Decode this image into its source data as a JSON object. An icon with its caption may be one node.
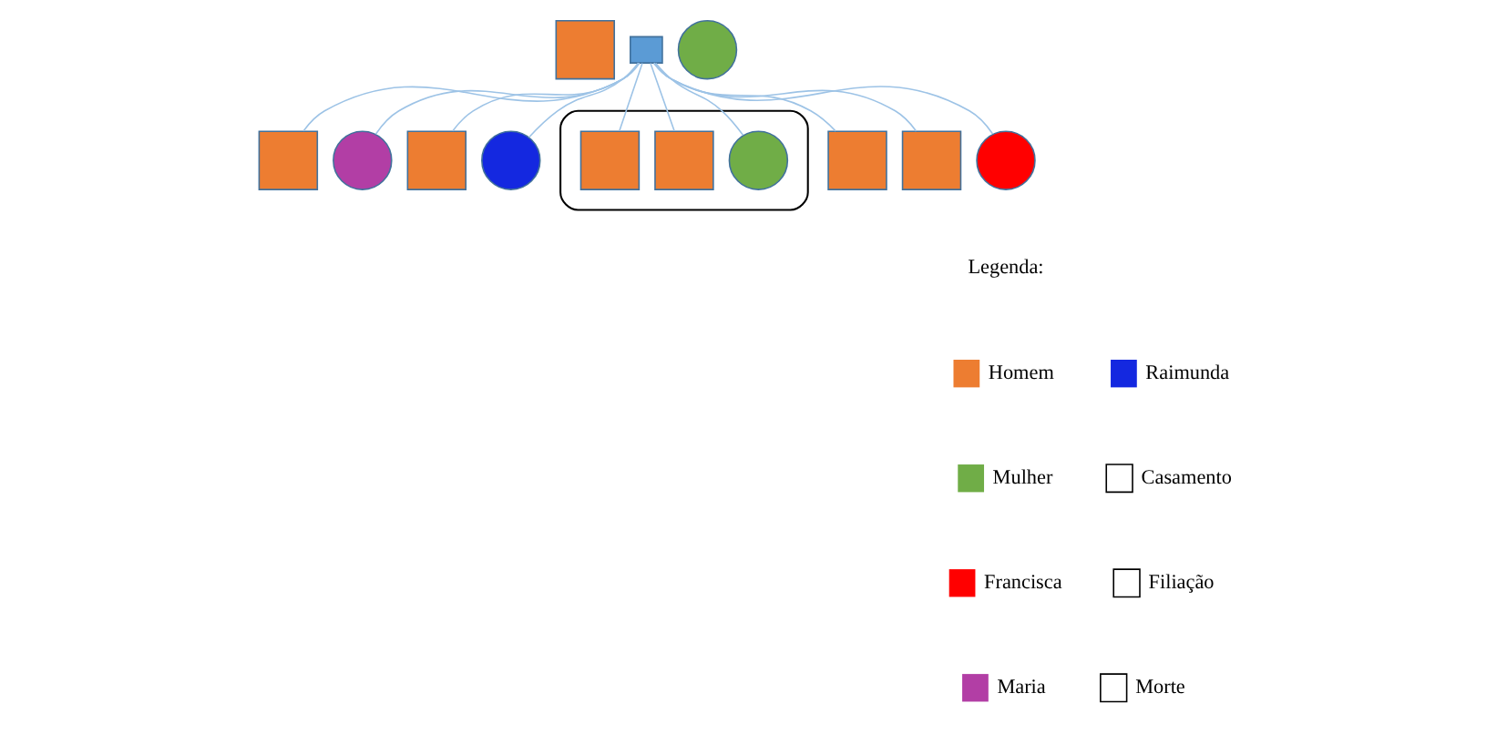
{
  "diagram": {
    "nodes": [
      {
        "text": [],
        "shape": "box"
      },
      {
        "text": [],
        "shape": "box"
      },
      {
        "text": [],
        "shape": "circle"
      },
      {
        "text": [],
        "shape": "box"
      },
      {
        "text": [],
        "shape": "circle"
      },
      {
        "text": [],
        "shape": "box"
      },
      {
        "text": [],
        "shape": "circle"
      },
      {
        "text": [],
        "shape": "ellipse"
      },
      {
        "text": [],
        "shape": "box",
        "in": 7
      },
      {
        "text": [],
        "shape": "box",
        "in": 7
      },
      {
        "text": [],
        "shape": "circle",
        "in": 7
      },
      {
        "text": [],
        "shape": "box"
      },
      {
        "text": [],
        "shape": "box"
      },
      {
        "text": [],
        "shape": "circle"
      }
    ],
    "edges": [
      {
        "from": 1,
        "to": 3,
        "arrow": "none"
      },
      {
        "from": 1,
        "to": 4,
        "arrow": "none"
      },
      {
        "from": 1,
        "to": 5,
        "arrow": "none"
      },
      {
        "from": 1,
        "to": 6,
        "arrow": "none"
      },
      {
        "from": 1,
        "to": 8,
        "arrow": "none"
      },
      {
        "from": 1,
        "to": 9,
        "arrow": "none"
      },
      {
        "from": 1,
        "to": 10,
        "arrow": "none"
      },
      {
        "from": 1,
        "to": 11,
        "arrow": "none"
      },
      {
        "from": 1,
        "to": 12,
        "arrow": "none"
      },
      {
        "from": 1,
        "to": 13,
        "arrow": "none"
      }
    ],
    "labels": [
      "Legenda:"
    ],
    "legend": [
      {
        "text": "Homem",
        "color": "#ed7d31"
      },
      {
        "text": "Mulher",
        "color": "#70ad47"
      },
      {
        "text": "Francisca",
        "color": "#ff0000"
      },
      {
        "text": "Maria",
        "color": "#b23ea5"
      },
      {
        "text": "Raimunda",
        "color": "#1428e0"
      },
      {
        "text": "Casamento"
      },
      {
        "text": "Filiação"
      },
      {
        "text": "Morte"
      }
    ]
  }
}
